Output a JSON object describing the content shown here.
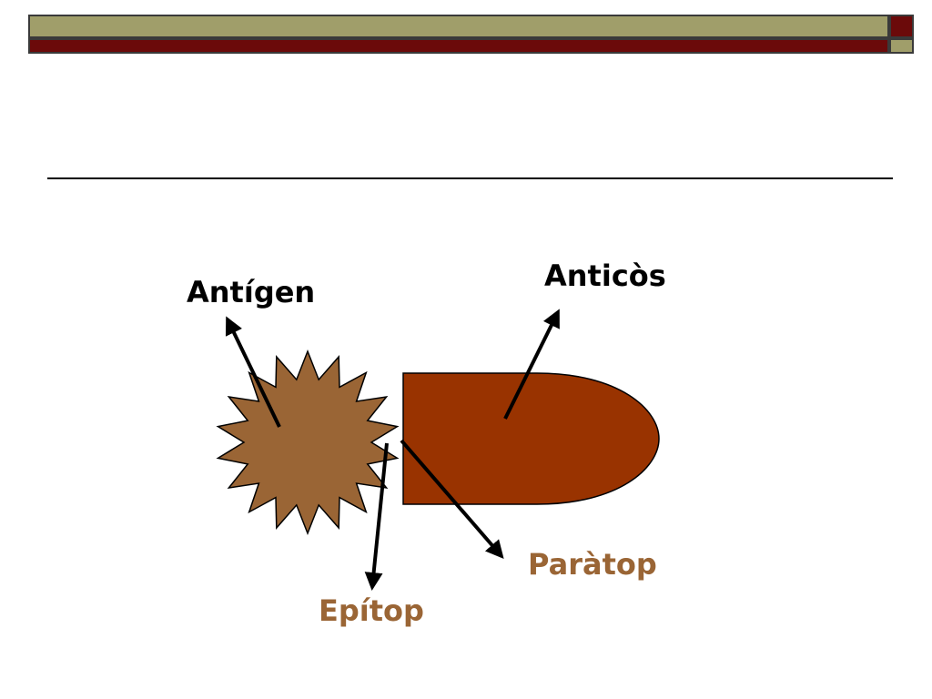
{
  "colors": {
    "olive_bar": "#a09e6a",
    "maroon_bar": "#6b0a0a",
    "rule": "#000000",
    "antigen_fill": "#9a6535",
    "antibody_fill": "#993300",
    "outline": "#000000",
    "arrow": "#000000",
    "label_dark": "#000000",
    "label_accent": "#9a6535"
  },
  "labels": {
    "antigen": "Antígen",
    "antibody": "Anticòs",
    "paratope": "Paràtop",
    "epitope": "Epítop"
  }
}
